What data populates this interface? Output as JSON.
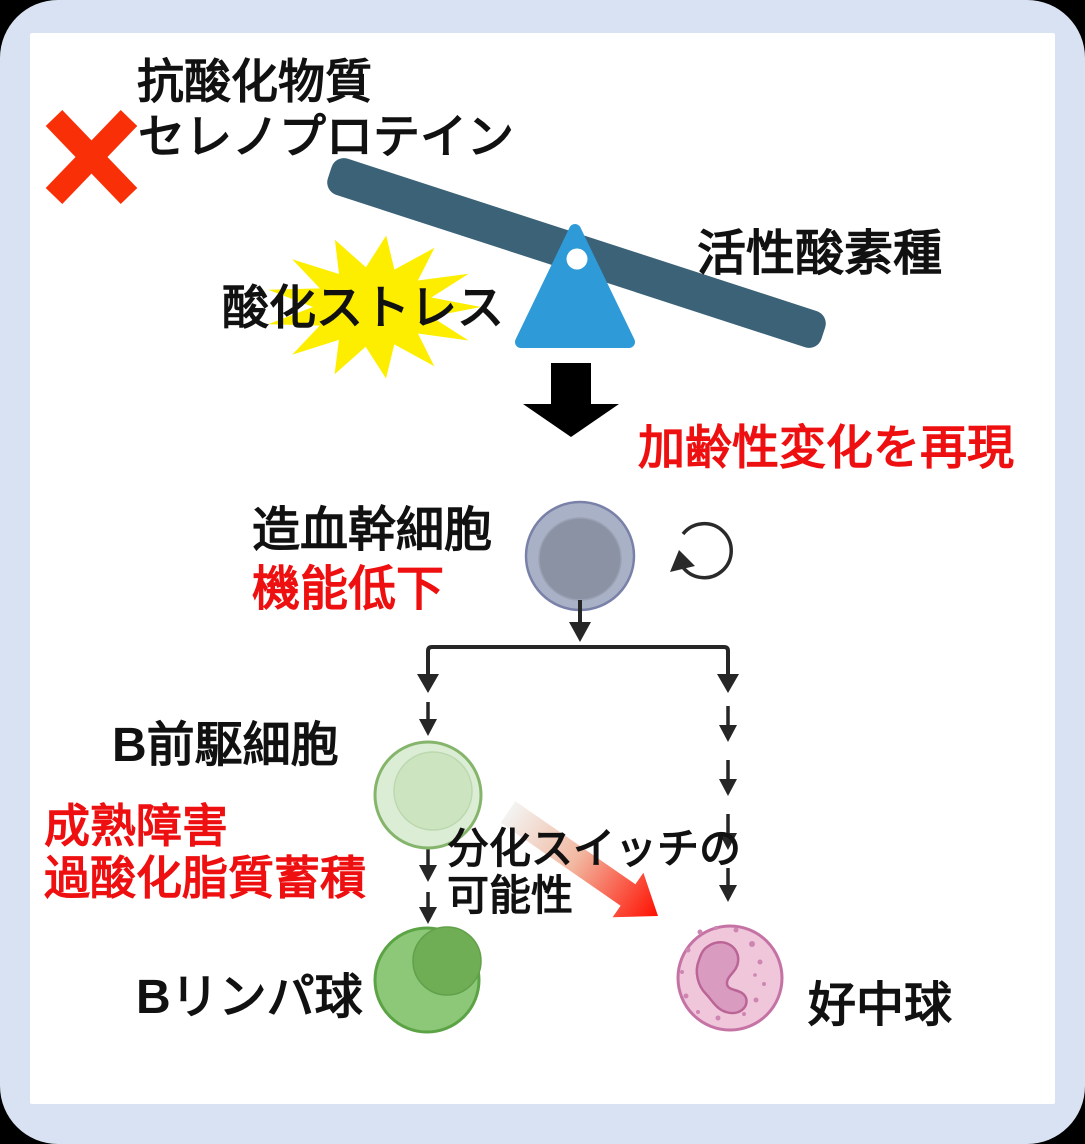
{
  "diagram": {
    "antioxidant_block": {
      "line1": "抗酸化物質",
      "line2": "セレノプロテイン"
    },
    "seesaw": {
      "stress_label": "酸化ストレス",
      "ros_label": "活性酸素種"
    },
    "result_label": "加齢性変化を再現",
    "hsc": {
      "name": "造血幹細胞",
      "status": "機能低下"
    },
    "b_precursor": {
      "name": "B前駆細胞",
      "defect1": "成熟障害",
      "defect2": "過酸化脂質蓄積"
    },
    "switch_note": {
      "line1": "分化スイッチの",
      "line2": "可能性"
    },
    "b_lymphocyte": {
      "name": "Bリンパ球"
    },
    "neutrophil": {
      "name": "好中球"
    },
    "icons": {
      "cross": "cross-icon",
      "self_renewal": "self-renewal-arrow-icon"
    },
    "colors": {
      "frame": "#d9e2f3",
      "panel": "#ffffff",
      "beam": "#3c6277",
      "fulcrum": "#2e9ad8",
      "burst_yellow": "#fdee00",
      "alert_red": "#ee1010",
      "cross_red": "#f93007",
      "hsc_cell_outer": "#a9b1c6",
      "hsc_cell_inner": "#8a92a4",
      "b_precursor_outer": "#dcedd5",
      "b_precursor_inner": "#cde4c1",
      "b_lymphocyte_outer": "#8cc878",
      "b_lymphocyte_inner": "#6fae55",
      "neutrophil_body": "#f0c6db",
      "neutrophil_nucleus": "#da9bc1",
      "arrow_black": "#1a1a1a"
    }
  }
}
